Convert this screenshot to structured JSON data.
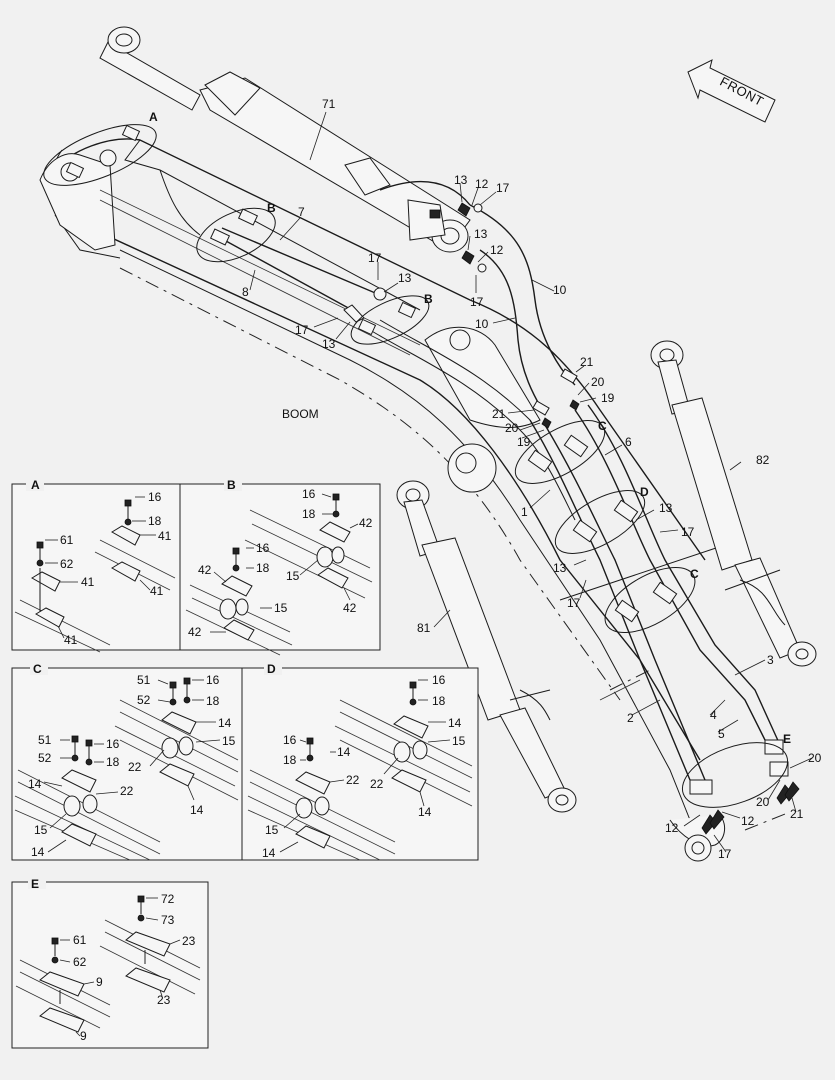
{
  "front_label": "FRONT",
  "boom_label": "BOOM",
  "callouts_main": {
    "n71": "71",
    "n7": "7",
    "n8": "8",
    "n13a": "13",
    "n12a": "12",
    "n17a": "17",
    "n13b": "13",
    "n12b": "12",
    "n17b": "17",
    "n17c": "17",
    "n13c": "13",
    "n17d": "17",
    "n13d": "13",
    "n10a": "10",
    "n10b": "10",
    "n21a": "21",
    "n20a": "20",
    "n19a": "19",
    "n21b": "21",
    "n20b": "20",
    "n19b": "19",
    "n82": "82",
    "n81": "81",
    "n6": "6",
    "n1": "1",
    "n13e": "13",
    "n13f": "13",
    "n17e": "17",
    "n17f": "17",
    "n3": "3",
    "n2": "2",
    "n4": "4",
    "n5": "5",
    "n20c": "20",
    "n20d": "20",
    "n21c": "21",
    "n12c": "12",
    "n12d": "12",
    "n17g": "17"
  },
  "detail_letters": {
    "a_main": "A",
    "b_main1": "B",
    "b_main2": "B",
    "c_main1": "C",
    "c_main2": "C",
    "d_main": "D",
    "e_main": "E"
  },
  "box_a": {
    "title": "A",
    "labels": [
      "16",
      "18",
      "41",
      "61",
      "62",
      "41",
      "41",
      "41"
    ]
  },
  "box_b": {
    "title": "B",
    "labels": [
      "16",
      "18",
      "42",
      "15",
      "42",
      "16",
      "18",
      "42",
      "15",
      "42"
    ]
  },
  "box_c": {
    "title": "C",
    "labels": [
      "51",
      "52",
      "16",
      "18",
      "14",
      "15",
      "22",
      "14",
      "51",
      "52",
      "16",
      "18",
      "14",
      "22",
      "15",
      "14"
    ]
  },
  "box_d": {
    "title": "D",
    "labels": [
      "16",
      "18",
      "14",
      "15",
      "22",
      "14",
      "16",
      "18",
      "14",
      "22",
      "15",
      "14"
    ]
  },
  "box_e": {
    "title": "E",
    "labels": [
      "72",
      "73",
      "23",
      "23",
      "61",
      "62",
      "9",
      "9"
    ]
  }
}
